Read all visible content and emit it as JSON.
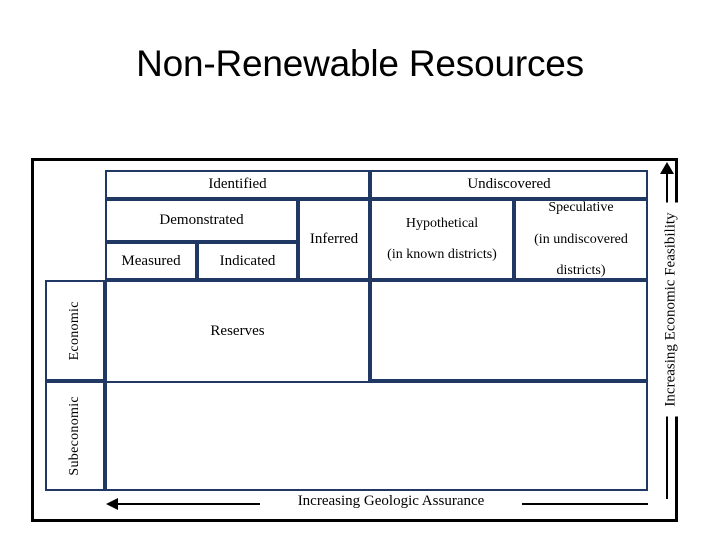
{
  "slide": {
    "title": "Non-Renewable Resources"
  },
  "diagram": {
    "name": "mckelvey-box-classification-of-mineral-resources",
    "line_color": "#1F3864",
    "frame_color": "#000000",
    "text_color": "#000000",
    "columns_header": [
      {
        "id": "identified",
        "label": "Identified"
      },
      {
        "id": "undiscovered",
        "label": "Undiscovered"
      }
    ],
    "subcolumns": [
      {
        "id": "demonstrated",
        "label": "Demonstrated"
      },
      {
        "id": "inferred",
        "label": "Inferred"
      },
      {
        "id": "hypothetical",
        "label": "Hypothetical\n(in known districts)"
      },
      {
        "id": "speculative",
        "label": "Speculative\n(in undiscovered districts)"
      }
    ],
    "leaf_columns": [
      {
        "id": "measured",
        "label": "Measured"
      },
      {
        "id": "indicated",
        "label": "Indicated"
      }
    ],
    "hypothetical_line1": "Hypothetical",
    "hypothetical_line2": "(in known districts)",
    "speculative_line1": "Speculative",
    "speculative_line2": "(in undiscovered",
    "speculative_line3": "districts)",
    "rows": [
      {
        "id": "economic",
        "label": "Economic"
      },
      {
        "id": "subeconomic",
        "label": "Subeconomic"
      }
    ],
    "cells": [
      {
        "id": "reserves",
        "label": "Reserves"
      }
    ],
    "axes": {
      "vertical": {
        "label": "Increasing Economic Feasibility",
        "direction": "up",
        "arrow_icon": "arrow-up-icon"
      },
      "horizontal": {
        "label": "Increasing Geologic Assurance",
        "direction": "left",
        "arrow_icon": "arrow-left-icon"
      }
    }
  }
}
